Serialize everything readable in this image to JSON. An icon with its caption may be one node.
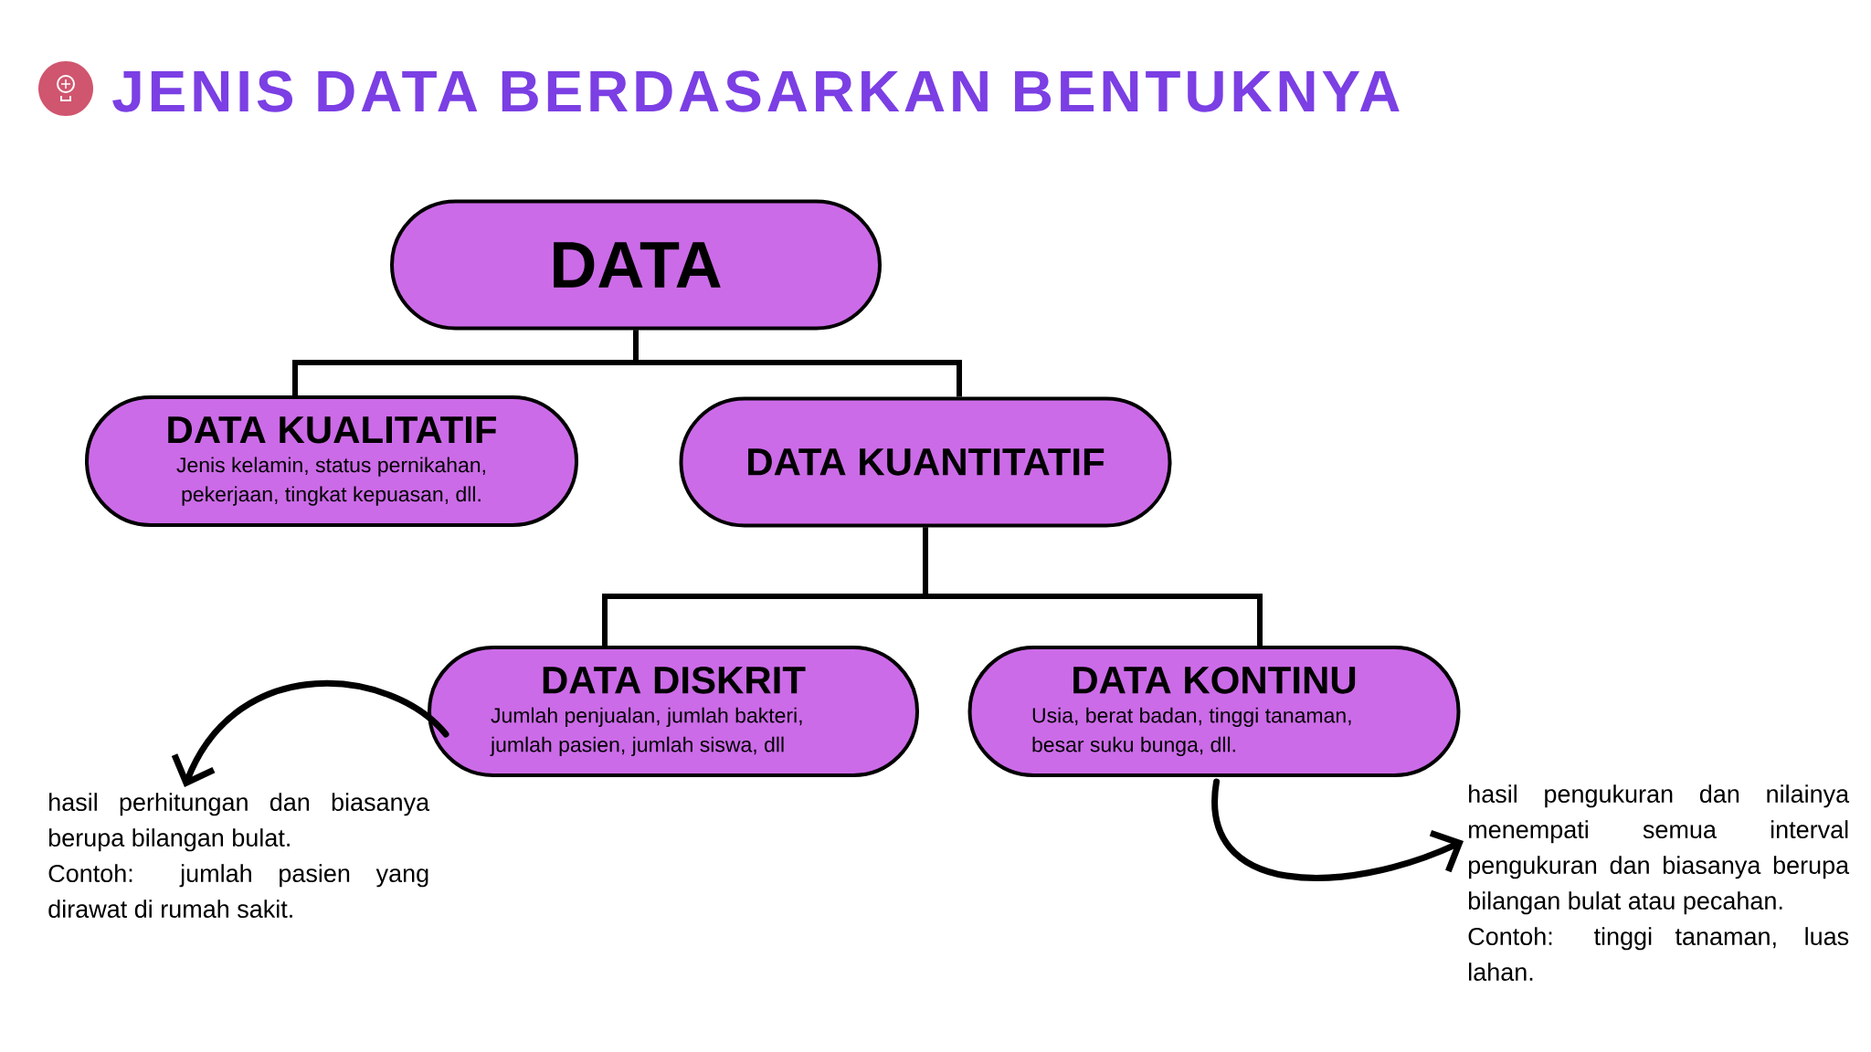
{
  "diagram": {
    "title": "JENIS DATA BERDASARKAN BENTUKNYA",
    "nodes": [
      {
        "text": [
          "DATA"
        ]
      },
      {
        "text": [
          "DATA KUALITATIF",
          "Jenis kelamin, status pernikahan, pekerjaan, tingkat kepuasan, dll."
        ]
      },
      {
        "text": [
          "DATA KUANTITATIF"
        ]
      },
      {
        "text": [
          "DATA DISKRIT",
          "Jumlah penjualan, jumlah bakteri, jumlah pasien, jumlah siswa, dll"
        ]
      },
      {
        "text": [
          "DATA KONTINU",
          "Usia, berat badan, tinggi tanaman, besar suku bunga, dll."
        ]
      },
      {
        "text": [
          "hasil perhitungan dan biasanya berupa bilangan bulat.",
          "Contoh: jumlah pasien yang dirawat di rumah sakit."
        ]
      },
      {
        "text": [
          "hasil pengukuran dan nilainya menempati semua interval pengukuran dan biasanya berupa bilangan bulat atau pecahan.",
          "Contoh: tinggi tanaman, luas lahan."
        ]
      }
    ],
    "edges": [
      {
        "from": 0,
        "to": 1,
        "arrow": "none"
      },
      {
        "from": 0,
        "to": 2,
        "arrow": "none"
      },
      {
        "from": 2,
        "to": 3,
        "arrow": "none"
      },
      {
        "from": 2,
        "to": 4,
        "arrow": "none"
      },
      {
        "from": 3,
        "to": 5,
        "arrow": "to"
      },
      {
        "from": 4,
        "to": 6,
        "arrow": "to"
      }
    ]
  }
}
